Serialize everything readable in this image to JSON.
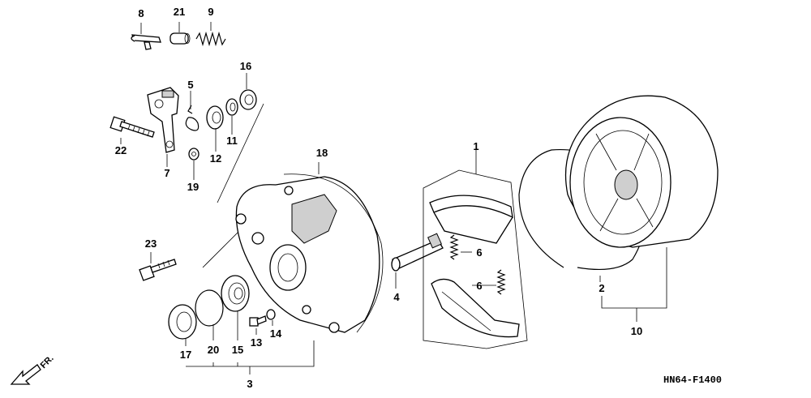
{
  "labels": {
    "p1": "1",
    "p2": "2",
    "p3": "3",
    "p4": "4",
    "p5": "5",
    "p6a": "6",
    "p6b": "6",
    "p7": "7",
    "p8": "8",
    "p9": "9",
    "p10": "10",
    "p11": "11",
    "p12": "12",
    "p13": "13",
    "p14": "14",
    "p15": "15",
    "p16": "16",
    "p17": "17",
    "p18": "18",
    "p19": "19",
    "p20": "20",
    "p21": "21",
    "p22": "22",
    "p23": "23"
  },
  "diagram_code": "HN64-F1400",
  "front_indicator": "FR."
}
